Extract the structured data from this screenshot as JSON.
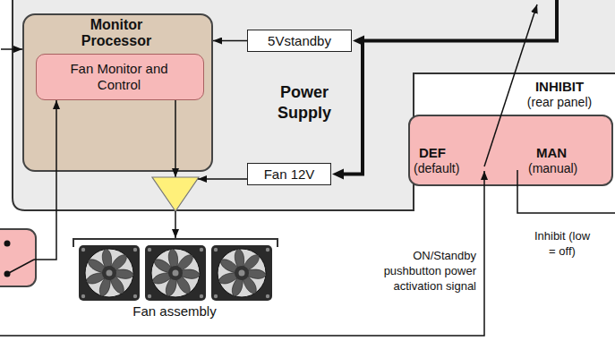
{
  "diagram": {
    "nodes": [
      {
        "text": [
          "Power Supply"
        ]
      },
      {
        "text": [
          "Monitor Processor"
        ],
        "in": 0
      },
      {
        "text": [
          "Fan Monitor and Control"
        ],
        "in": 1
      },
      {
        "text": [
          "5Vstandby"
        ],
        "in": 0
      },
      {
        "text": [
          "Fan 12V"
        ],
        "in": 0
      },
      {
        "text": [
          "INHIBIT",
          "(rear panel)",
          "DEF",
          "(default)",
          "MAN",
          "(manual)"
        ]
      }
    ],
    "edges": [
      {
        "from": 3,
        "to": 1,
        "arrow": "to"
      }
    ],
    "labels": [
      "ON/Standby pushbutton power activation signal",
      "Inhibit (low = off)",
      "Fan assembly"
    ]
  }
}
